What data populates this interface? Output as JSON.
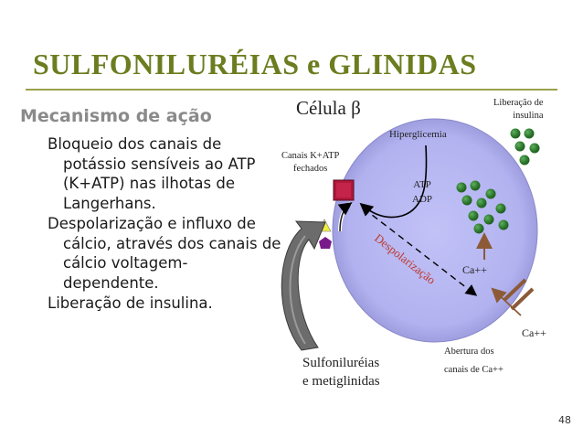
{
  "slide": {
    "title": "SULFONILURÉIAS e GLINIDAS",
    "subtitle": "Mecanismo de ação",
    "bullets": [
      "Bloqueio dos canais de potássio sensíveis ao ATP (K+ATP) nas ilhotas de Langerhans.",
      "Despolarização e influxo de cálcio, através dos canais de cálcio voltagem-dependente.",
      "Liberação de insulina."
    ],
    "page_number": "48"
  },
  "diagram": {
    "cell_label": "Célula β",
    "insulin_release_line1": "Liberação de",
    "insulin_release_line2": "insulina",
    "hyperglycemia": "Hiperglicemia",
    "k_channel_line1": "Canais K+ATP",
    "k_channel_line2": "fechados",
    "atp": "ATP",
    "adp": "ADP",
    "depolarization": "Despolarização",
    "ca_inside": "Ca++",
    "ca_outside": "Ca++",
    "ca_channel_line1": "Abertura dos",
    "ca_channel_line2": "canais de Ca++",
    "drugs_line1": "Sulfoniluréias",
    "drugs_line2": "e metiglinidas"
  },
  "colors": {
    "title": "#6b7d1f",
    "cell_fill": "#b3b3f2",
    "k_channel": "#b0173a",
    "granule": "#2e7a2e",
    "ca_arrow": "#8c5a36",
    "drug_triangle": "#f2ee3a",
    "drug_pentagon": "#7a1a8a"
  }
}
